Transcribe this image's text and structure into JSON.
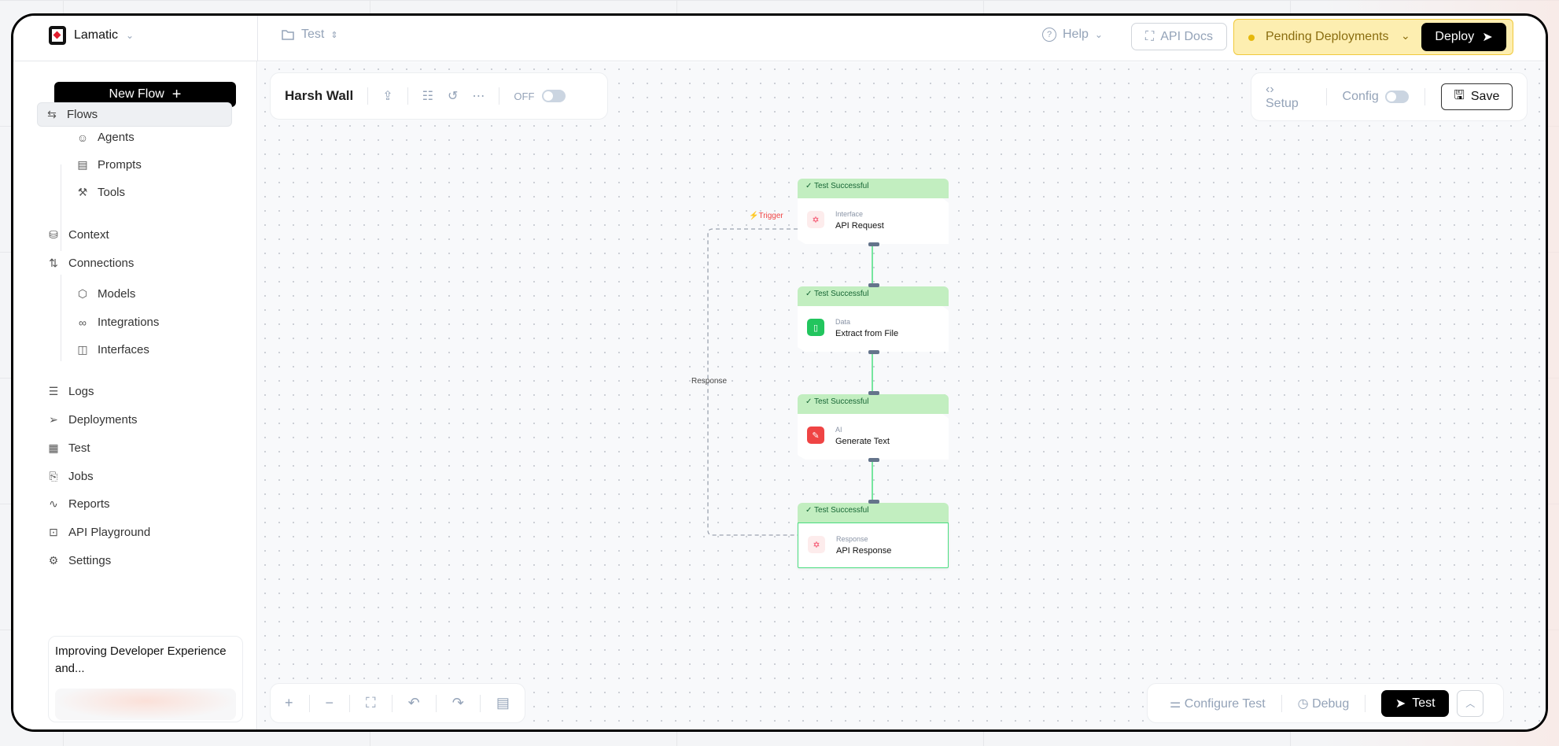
{
  "header": {
    "brand": "Lamatic",
    "project": "Test",
    "help": "Help",
    "api_docs": "API Docs",
    "pending": "Pending Deployments",
    "deploy": "Deploy"
  },
  "sidebar": {
    "new_flow": "New Flow",
    "items": [
      {
        "label": "Flows",
        "icon": "flows-icon",
        "active": true
      },
      {
        "label": "Agents",
        "icon": "bot-icon"
      },
      {
        "label": "Prompts",
        "icon": "file-icon"
      },
      {
        "label": "Tools",
        "icon": "wrench-icon"
      },
      {
        "label": "Context",
        "icon": "database-icon"
      },
      {
        "label": "Connections",
        "icon": "connections-icon"
      },
      {
        "label": "Models",
        "icon": "cube-icon"
      },
      {
        "label": "Integrations",
        "icon": "link-icon"
      },
      {
        "label": "Interfaces",
        "icon": "interface-icon"
      },
      {
        "label": "Logs",
        "icon": "list-icon"
      },
      {
        "label": "Deployments",
        "icon": "send-icon"
      },
      {
        "label": "Test",
        "icon": "table-icon"
      },
      {
        "label": "Jobs",
        "icon": "job-icon"
      },
      {
        "label": "Reports",
        "icon": "activity-icon"
      },
      {
        "label": "API Playground",
        "icon": "terminal-icon"
      },
      {
        "label": "Settings",
        "icon": "gear-icon"
      }
    ],
    "card_title": "Improving Developer Experience and..."
  },
  "flow_toolbar": {
    "name": "Harsh Wall",
    "toggle_label": "OFF",
    "toggle_on": false
  },
  "right_toolbar": {
    "setup": "Setup",
    "config": "Config",
    "config_on": false,
    "save": "Save"
  },
  "flow": {
    "status": "Test Successful",
    "trigger_label": "Trigger",
    "response_label": "Response",
    "nodes": [
      {
        "category": "Interface",
        "name": "API Request",
        "icon_color": "#f43f5e"
      },
      {
        "category": "Data",
        "name": "Extract from File",
        "icon_color": "#22c55e"
      },
      {
        "category": "AI",
        "name": "Generate Text",
        "icon_color": "#ef4444"
      },
      {
        "category": "Response",
        "name": "API Response",
        "icon_color": "#f43f5e"
      }
    ]
  },
  "bottom_bar": {
    "configure_test": "Configure Test",
    "debug": "Debug",
    "test": "Test"
  }
}
